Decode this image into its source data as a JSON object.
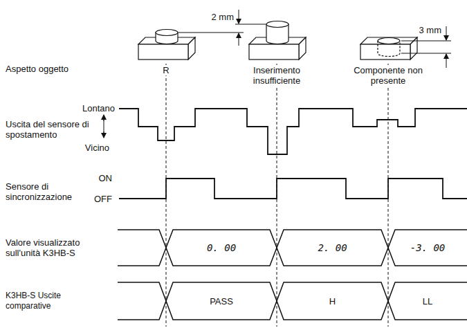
{
  "diagram": {
    "nodes": [
      {
        "text": [
          "0. 00"
        ]
      },
      {
        "text": [
          "2. 00"
        ]
      },
      {
        "text": [
          "-3. 00"
        ]
      },
      {
        "text": [
          "PASS"
        ]
      },
      {
        "text": [
          "H"
        ]
      },
      {
        "text": [
          "LL"
        ]
      }
    ],
    "labels": [
      "2 mm",
      "3 mm",
      "Aspetto oggetto",
      "R",
      "Inserimento insufficiente",
      "Componente non presente",
      "Lontano",
      "Uscita del sensore di spostamento",
      "Vicino",
      "Sensore di sincronizzazione",
      "ON",
      "OFF",
      "Valore visualizzato sull'unità K3HB-S",
      "K3HB-S Uscite comparative"
    ]
  }
}
